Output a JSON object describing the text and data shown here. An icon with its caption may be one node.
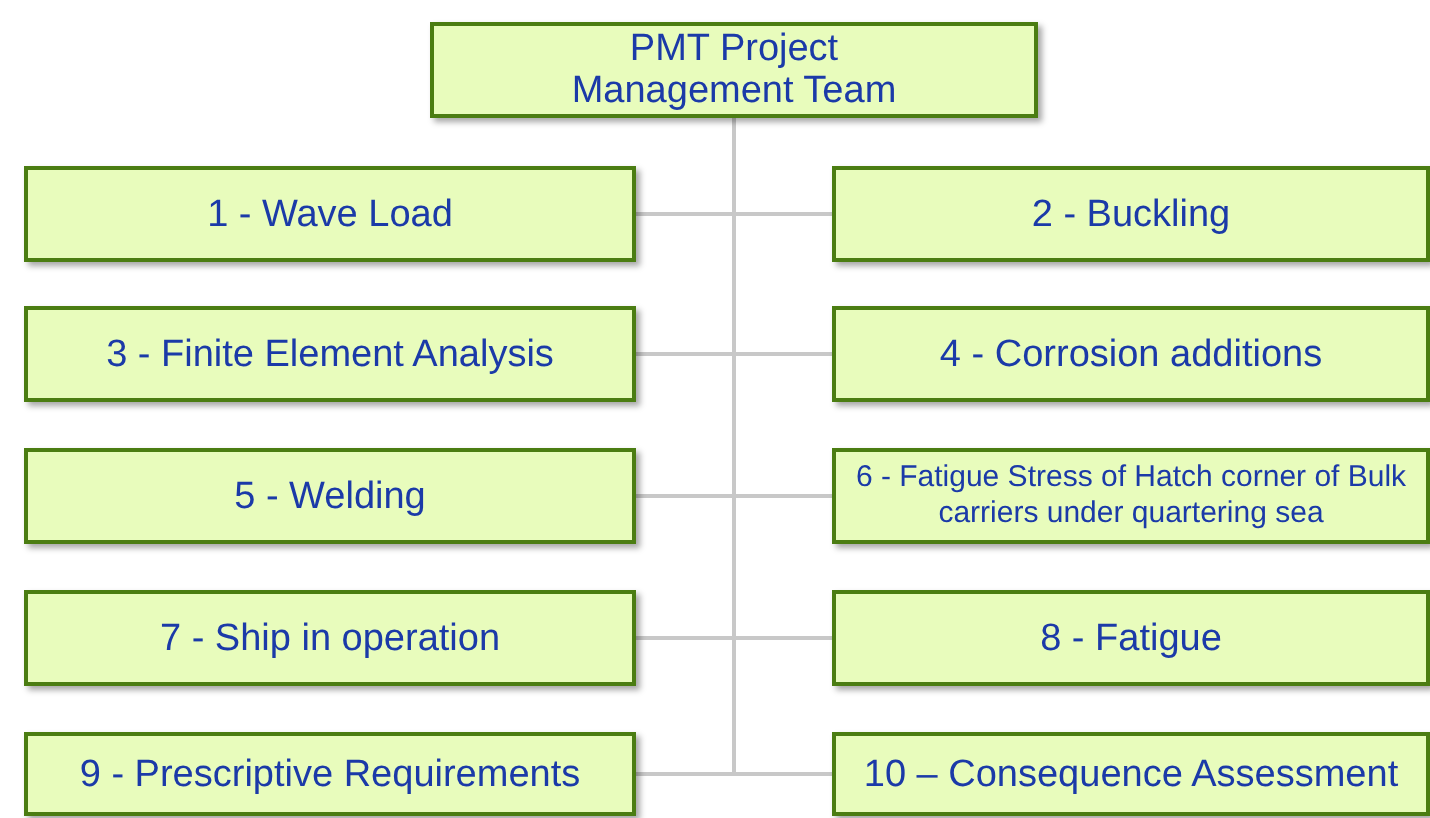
{
  "diagram": {
    "nodes": [
      {
        "text": [
          "PMT Project Management Team"
        ]
      },
      {
        "text": [
          "1 - Wave Load"
        ]
      },
      {
        "text": [
          "2 - Buckling"
        ]
      },
      {
        "text": [
          "3 - Finite Element Analysis"
        ]
      },
      {
        "text": [
          "4 - Corrosion additions"
        ]
      },
      {
        "text": [
          "5 - Welding"
        ]
      },
      {
        "text": [
          "6 - Fatigue Stress of Hatch corner of Bulk carriers under quartering sea"
        ]
      },
      {
        "text": [
          "7 - Ship in operation"
        ]
      },
      {
        "text": [
          "8 - Fatigue"
        ]
      },
      {
        "text": [
          "9 - Prescriptive Requirements"
        ]
      },
      {
        "text": [
          "10 – Consequence Assessment"
        ]
      }
    ],
    "edges": [
      {
        "from": 0,
        "to": 1,
        "arrow": "none"
      },
      {
        "from": 0,
        "to": 2,
        "arrow": "none"
      },
      {
        "from": 0,
        "to": 3,
        "arrow": "none"
      },
      {
        "from": 0,
        "to": 4,
        "arrow": "none"
      },
      {
        "from": 0,
        "to": 5,
        "arrow": "none"
      },
      {
        "from": 0,
        "to": 6,
        "arrow": "none"
      },
      {
        "from": 0,
        "to": 7,
        "arrow": "none"
      },
      {
        "from": 0,
        "to": 8,
        "arrow": "none"
      },
      {
        "from": 0,
        "to": 9,
        "arrow": "none"
      },
      {
        "from": 0,
        "to": 10,
        "arrow": "none"
      }
    ]
  }
}
